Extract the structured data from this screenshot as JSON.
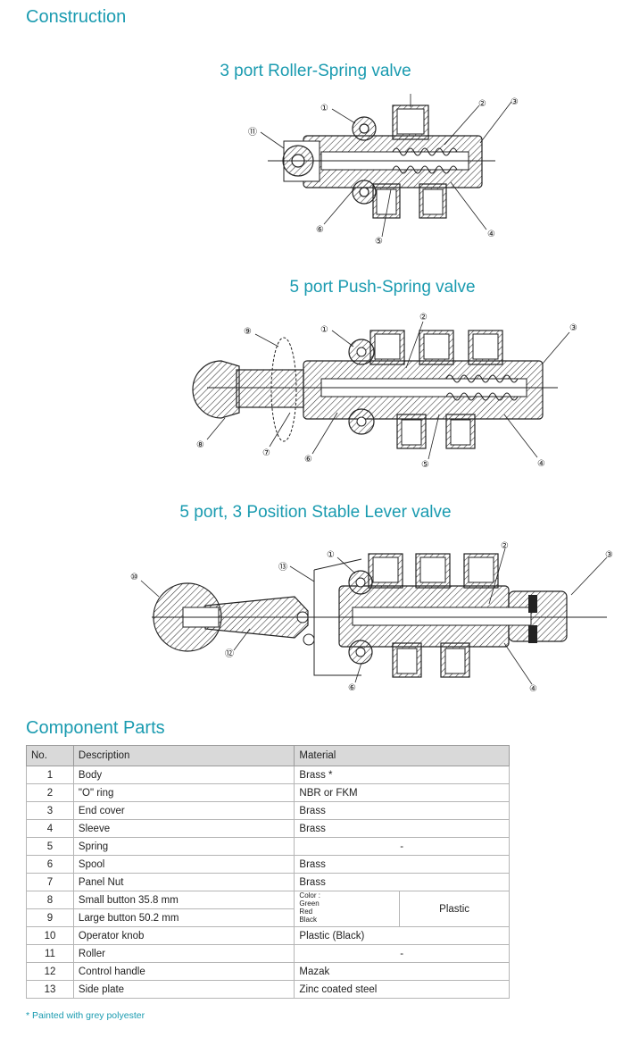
{
  "headings": {
    "construction": "Construction",
    "component_parts": "Component Parts"
  },
  "diagrams": [
    {
      "title": "3 port Roller-Spring valve",
      "callouts": [
        "①",
        "②",
        "③",
        "④",
        "⑤",
        "⑥",
        "⑪"
      ]
    },
    {
      "title": "5 port Push-Spring valve",
      "callouts": [
        "①",
        "②",
        "③",
        "④",
        "⑤",
        "⑥",
        "⑦",
        "⑧",
        "⑨"
      ]
    },
    {
      "title": "5 port, 3 Position Stable Lever valve",
      "callouts": [
        "①",
        "②",
        "③",
        "④",
        "⑥",
        "⑩",
        "⑫",
        "⑬"
      ]
    }
  ],
  "table": {
    "headers": [
      "No.",
      "Description",
      "Material"
    ],
    "rows": [
      {
        "no": "1",
        "desc": "Body",
        "mat": "Brass *"
      },
      {
        "no": "2",
        "desc": "\"O\" ring",
        "mat": "NBR or FKM"
      },
      {
        "no": "3",
        "desc": "End cover",
        "mat": "Brass"
      },
      {
        "no": "4",
        "desc": "Sleeve",
        "mat": "Brass"
      },
      {
        "no": "5",
        "desc": "Spring",
        "mat": "-"
      },
      {
        "no": "6",
        "desc": "Spool",
        "mat": "Brass"
      },
      {
        "no": "7",
        "desc": "Panel Nut",
        "mat": "Brass"
      },
      {
        "no": "8",
        "desc": "Small button 35.8 mm",
        "mat_colors": [
          "Color :",
          "Green",
          "Red",
          "Black"
        ],
        "mat_plastic": "Plastic"
      },
      {
        "no": "9",
        "desc": "Large button 50.2 mm"
      },
      {
        "no": "10",
        "desc": "Operator knob",
        "mat": "Plastic (Black)"
      },
      {
        "no": "11",
        "desc": "Roller",
        "mat": "-"
      },
      {
        "no": "12",
        "desc": "Control handle",
        "mat": "Mazak"
      },
      {
        "no": "13",
        "desc": "Side plate",
        "mat": "Zinc coated steel"
      }
    ]
  },
  "footnote": "* Painted with grey polyester",
  "colors": {
    "accent": "#1a9bb0",
    "header_bg": "#d9d9d9"
  }
}
